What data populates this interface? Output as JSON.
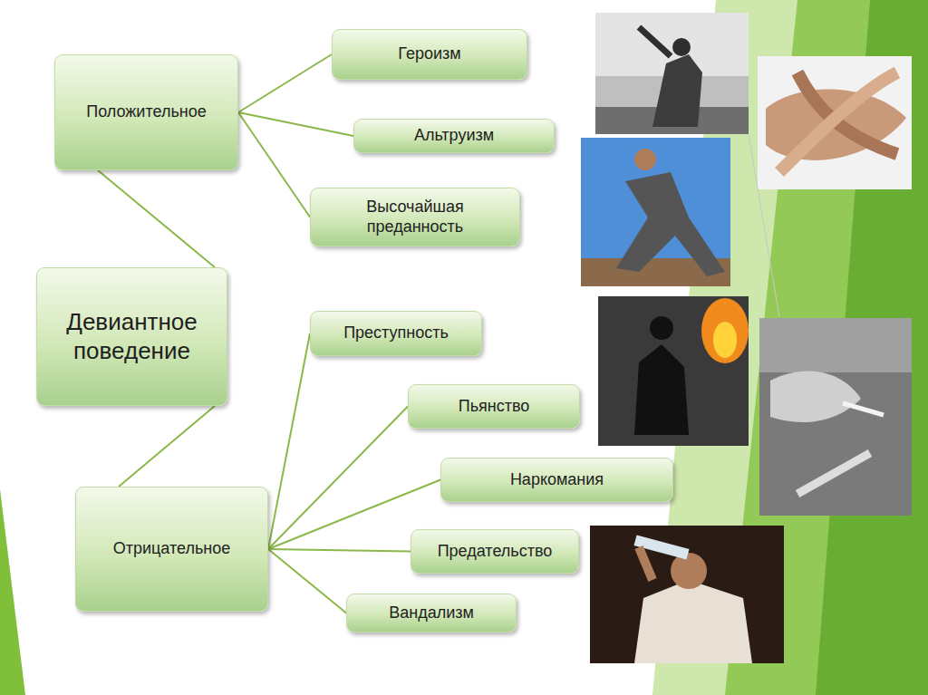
{
  "diagram": {
    "nodes": [
      {
        "text": [
          "Положительное"
        ]
      },
      {
        "text": [
          "Героизм"
        ]
      },
      {
        "text": [
          "Альтруизм"
        ]
      },
      {
        "text": [
          "Высочайшая преданность"
        ]
      },
      {
        "text": [
          "Девиантное поведение"
        ]
      },
      {
        "text": [
          "Преступность"
        ]
      },
      {
        "text": [
          "Пьянство"
        ]
      },
      {
        "text": [
          "Наркомания"
        ]
      },
      {
        "text": [
          "Предательство"
        ]
      },
      {
        "text": [
          "Вандализм"
        ]
      },
      {
        "text": [
          "Отрицательное"
        ]
      }
    ],
    "edges": [
      {
        "from": 4,
        "to": 0,
        "arrow": "none"
      },
      {
        "from": 4,
        "to": 10,
        "arrow": "none"
      },
      {
        "from": 0,
        "to": 1,
        "arrow": "none"
      },
      {
        "from": 0,
        "to": 2,
        "arrow": "none"
      },
      {
        "from": 0,
        "to": 3,
        "arrow": "none"
      },
      {
        "from": 10,
        "to": 5,
        "arrow": "none"
      },
      {
        "from": 10,
        "to": 6,
        "arrow": "none"
      },
      {
        "from": 10,
        "to": 7,
        "arrow": "none"
      },
      {
        "from": 10,
        "to": 8,
        "arrow": "none"
      },
      {
        "from": 10,
        "to": 9,
        "arrow": "none"
      }
    ]
  }
}
